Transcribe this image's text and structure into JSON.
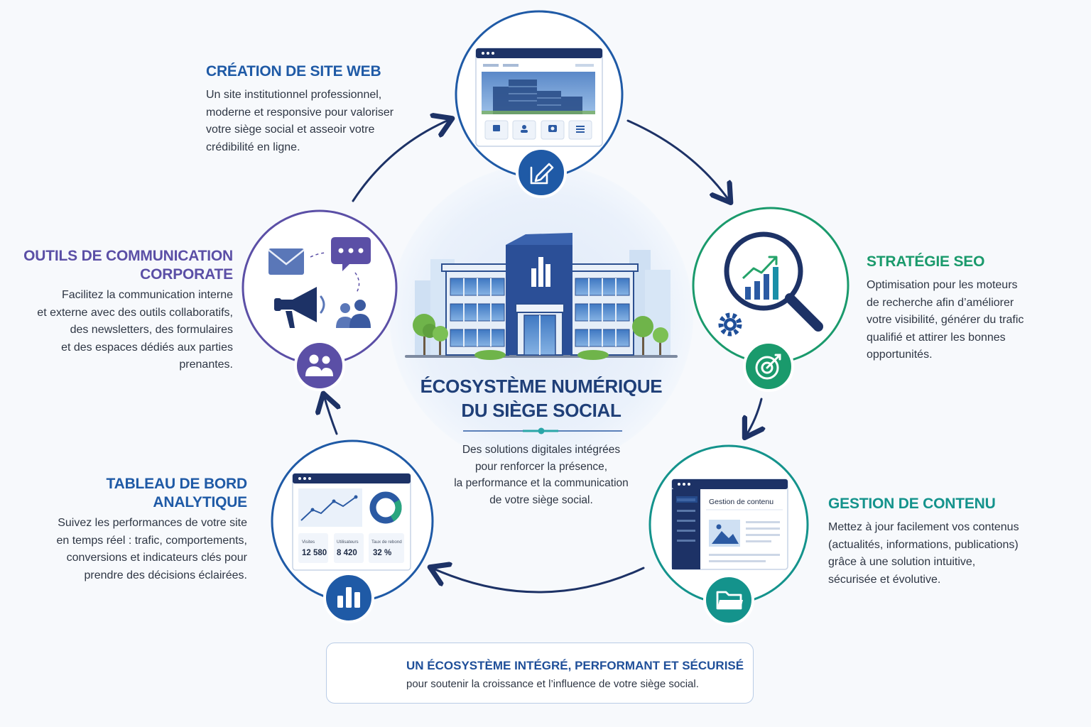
{
  "center": {
    "title_line1": "ÉCOSYSTÈME NUMÉRIQUE",
    "title_line2": "DU SIÈGE SOCIAL",
    "desc_lines": [
      "Des solutions digitales intégrées",
      "pour renforcer la présence,",
      "la performance et la communication",
      "de votre siège social."
    ]
  },
  "nodes": [
    {
      "id": "web",
      "title": "CRÉATION DE SITE WEB",
      "lines": [
        "Un site institutionnel professionnel,",
        "moderne et responsive pour valoriser",
        "votre siège social et asseoir votre",
        "crédibilité en ligne."
      ],
      "icon": "edit-icon",
      "color": "#1f5aa6"
    },
    {
      "id": "seo",
      "title": "STRATÉGIE SEO",
      "lines": [
        "Optimisation pour les moteurs",
        "de recherche afin d’améliorer",
        "votre visibilité, générer du trafic",
        "qualifié et attirer les bonnes",
        "opportunités."
      ],
      "icon": "target-icon",
      "color": "#1a9a6c"
    },
    {
      "id": "cms",
      "title": "GESTION DE CONTENU",
      "lines": [
        "Mettez à jour facilement vos contenus",
        "(actualités, informations, publications)",
        "grâce à une solution intuitive,",
        "sécurisée et évolutive."
      ],
      "icon": "folder-icon",
      "color": "#14938c",
      "screen_label": "Gestion de contenu"
    },
    {
      "id": "analytics",
      "title_line1": "TABLEAU DE BORD",
      "title_line2": "ANALYTIQUE",
      "lines": [
        "Suivez les performances de votre site",
        "en temps réel : trafic, comportements,",
        "conversions et indicateurs clés pour",
        "prendre des décisions éclairées."
      ],
      "icon": "bar-chart-icon",
      "color": "#1f5aa6",
      "stats": [
        {
          "label": "Visites",
          "value": "12 580"
        },
        {
          "label": "Utilisateurs",
          "value": "8 420"
        },
        {
          "label": "Taux de rebond",
          "value": "32 %"
        }
      ]
    },
    {
      "id": "comm",
      "title_line1": "OUTILS DE COMMUNICATION",
      "title_line2": "CORPORATE",
      "lines": [
        "Facilitez la communication interne",
        "et externe avec des outils collaboratifs,",
        "des newsletters, des formulaires",
        "et des espaces dédiés aux parties",
        "prenantes."
      ],
      "icon": "users-icon",
      "color": "#5b4fa6"
    }
  ],
  "banner": {
    "title": "UN ÉCOSYSTÈME INTÉGRÉ, PERFORMANT ET SÉCURISÉ",
    "subtitle": "pour soutenir la croissance et l’influence de votre siège social.",
    "icon": "shield-check-icon"
  }
}
